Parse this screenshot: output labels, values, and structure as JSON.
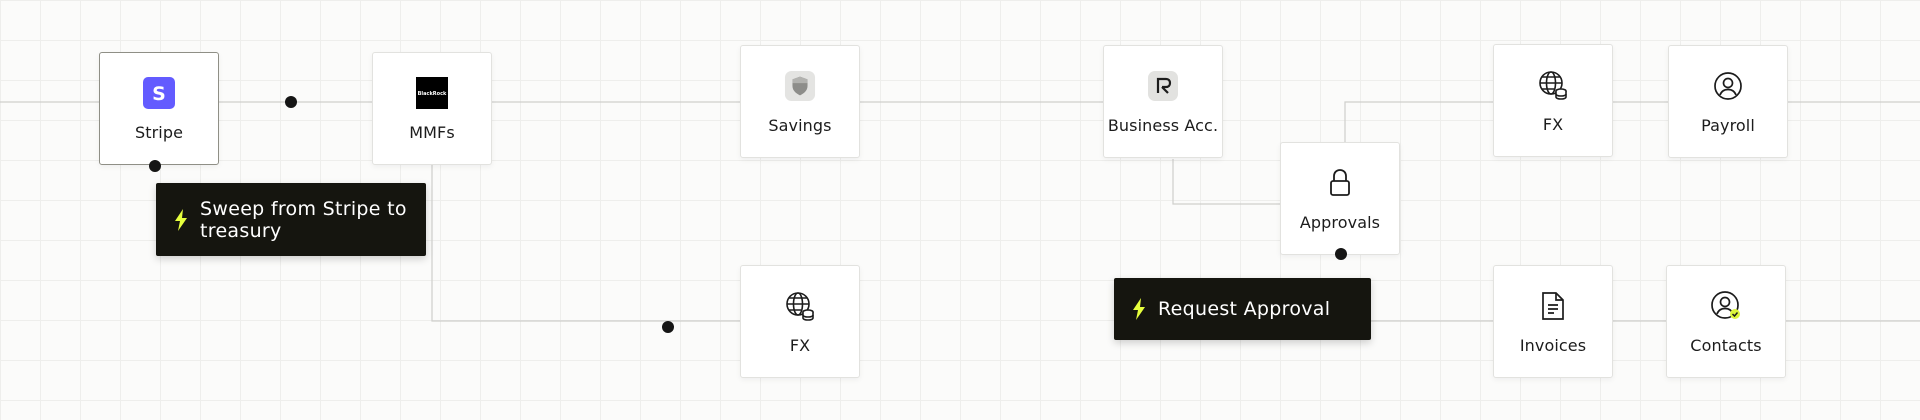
{
  "colors": {
    "wire": "#cfcfcc",
    "dot": "#151515",
    "action_bg": "#15150f",
    "bolt": "#e6ff3d",
    "stripe": "#635bff",
    "blackrock": "#000000",
    "check_badge": "#dcf53a"
  },
  "nodes": [
    {
      "id": "stripe",
      "label": "Stripe",
      "icon": "stripe-logo-icon",
      "logo_text": "S"
    },
    {
      "id": "mmfs",
      "label": "MMFs",
      "icon": "blackrock-logo-icon",
      "logo_text": "BlackRock"
    },
    {
      "id": "savings",
      "label": "Savings",
      "icon": "shield-logo-icon"
    },
    {
      "id": "fx_bottom",
      "label": "FX",
      "icon": "globe-coins-icon"
    },
    {
      "id": "business",
      "label": "Business Acc.",
      "icon": "bank-logo-icon"
    },
    {
      "id": "approvals",
      "label": "Approvals",
      "icon": "lock-icon"
    },
    {
      "id": "fx_top",
      "label": "FX",
      "icon": "globe-coins-icon"
    },
    {
      "id": "payroll",
      "label": "Payroll",
      "icon": "user-circle-icon"
    },
    {
      "id": "invoices",
      "label": "Invoices",
      "icon": "document-icon"
    },
    {
      "id": "contacts",
      "label": "Contacts",
      "icon": "user-check-icon"
    }
  ],
  "actions": {
    "sweep": "Sweep from Stripe to treasury",
    "request": "Request Approval"
  }
}
